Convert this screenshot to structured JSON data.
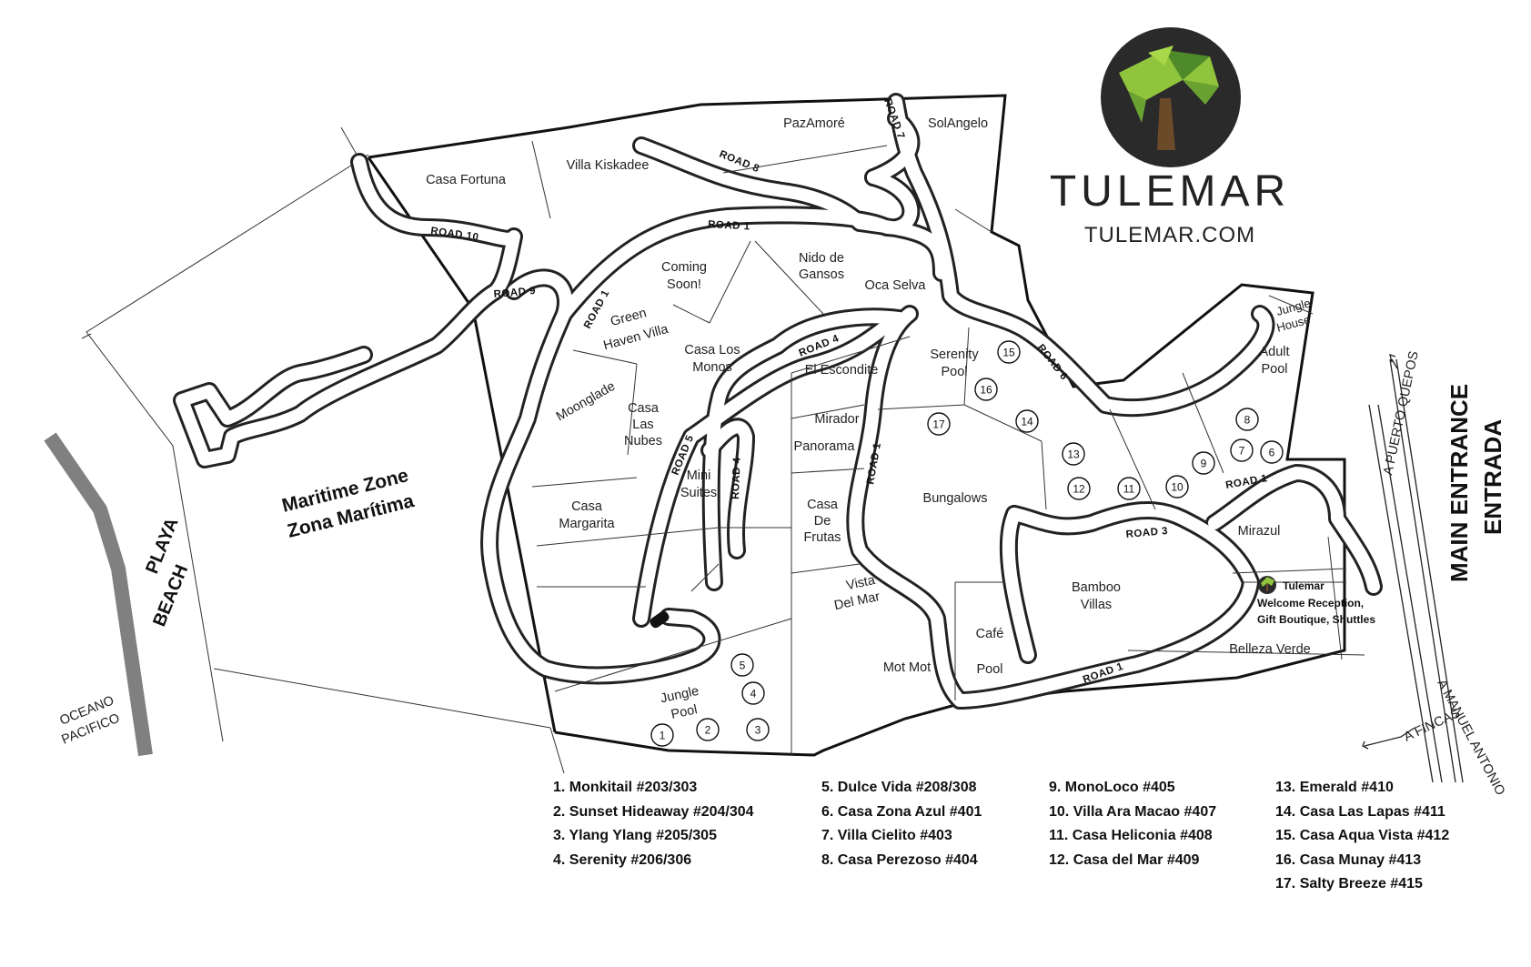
{
  "brand": {
    "name": "TULEMAR",
    "website": "TULEMAR.COM",
    "colors": {
      "logo_circle": "#2a2a2a",
      "palm_green": "#8fc43c",
      "palm_dark": "#4e8a2a",
      "trunk": "#6b4a2a",
      "coast": "#808080"
    }
  },
  "zones": {
    "beach_line1": "PLAYA",
    "beach_line2": "BEACH",
    "ocean_line1": "OCEANO",
    "ocean_line2": "PACIFICO",
    "maritime_line1": "Maritime Zone",
    "maritime_line2": "Zona Marítima",
    "entrance_line1": "MAIN ENTRANCE",
    "entrance_line2": "ENTRADA",
    "to_quepos": "A PUERTO QUEPOS",
    "to_manuel_antonio": "A MANUEL ANTONIO",
    "to_fincas": "A FINCAS"
  },
  "roads": {
    "road1": "ROAD 1",
    "road3": "ROAD 3",
    "road4": "ROAD 4",
    "road5": "ROAD 5",
    "road6": "ROAD 6",
    "road7": "ROAD 7",
    "road8": "ROAD 8",
    "road9": "ROAD 9",
    "road10": "ROAD 10"
  },
  "properties": {
    "pazamore": "PazAmoré",
    "solangelo": "SolAngelo",
    "casa_fortuna": "Casa Fortuna",
    "villa_kiskadee": "Villa Kiskadee",
    "coming_soon_1": "Coming",
    "coming_soon_2": "Soon!",
    "nido_1": "Nido de",
    "nido_2": "Gansos",
    "oca_selva": "Oca Selva",
    "green_haven_1": "Green",
    "green_haven_2": "Haven Villa",
    "casa_los_monos_1": "Casa Los",
    "casa_los_monos_2": "Monos",
    "el_escondite": "El Escondite",
    "moonglade": "Moonglade",
    "casa_las_nubes_1": "Casa",
    "casa_las_nubes_2": "Las",
    "casa_las_nubes_3": "Nubes",
    "mirador_1": "Mirador",
    "mirador_2": "Panorama",
    "mini_suites_1": "Mini",
    "mini_suites_2": "Suites",
    "casa_margarita_1": "Casa",
    "casa_margarita_2": "Margarita",
    "casa_de_frutas_1": "Casa",
    "casa_de_frutas_2": "De",
    "casa_de_frutas_3": "Frutas",
    "vista_del_mar_1": "Vista",
    "vista_del_mar_2": "Del Mar",
    "mot_mot": "Mot Mot",
    "jungle_pool_1": "Jungle",
    "jungle_pool_2": "Pool",
    "serenity_pool_1": "Serenity",
    "serenity_pool_2": "Pool",
    "bungalows": "Bungalows",
    "cafe_1": "Café",
    "cafe_2": "Pool",
    "bamboo_1": "Bamboo",
    "bamboo_2": "Villas",
    "mirazul": "Mirazul",
    "jungle_house_1": "Jungle",
    "jungle_house_2": "House",
    "adult_pool_1": "Adult",
    "adult_pool_2": "Pool",
    "belleza_verde": "Belleza Verde",
    "reception_1": "Tulemar",
    "reception_2": "Welcome Reception,",
    "reception_3": "Gift Boutique, Shuttles"
  },
  "markers": [
    "1",
    "2",
    "3",
    "4",
    "5",
    "6",
    "7",
    "8",
    "9",
    "10",
    "11",
    "12",
    "13",
    "14",
    "15",
    "16",
    "17"
  ],
  "legend": {
    "col1": [
      "1.   Monkitail #203/303",
      "2.   Sunset Hideaway #204/304",
      "3.   Ylang Ylang #205/305",
      "4.   Serenity #206/306"
    ],
    "col2": [
      "5.   Dulce Vida #208/308",
      "6.   Casa Zona Azul #401",
      "7.   Villa Cielito #403",
      "8.   Casa Perezoso #404"
    ],
    "col3": [
      "9.   MonoLoco #405",
      "10. Villa Ara Macao #407",
      "11. Casa Heliconia #408",
      "12. Casa del Mar #409"
    ],
    "col4": [
      "13. Emerald #410",
      "14. Casa Las Lapas #411",
      "15. Casa Aqua Vista #412",
      "16. Casa Munay #413",
      "17. Salty Breeze #415"
    ]
  }
}
